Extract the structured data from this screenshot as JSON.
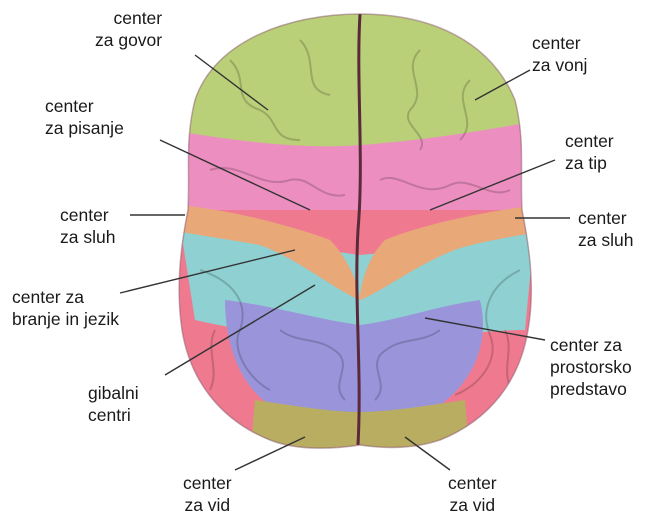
{
  "labels": {
    "govor": {
      "l1": "center",
      "l2": "za govor"
    },
    "vonj": {
      "l1": "center",
      "l2": "za vonj"
    },
    "pisanje": {
      "l1": "center",
      "l2": "za pisanje"
    },
    "tip": {
      "l1": "center",
      "l2": "za tip"
    },
    "sluh_left": {
      "l1": "center",
      "l2": "za sluh"
    },
    "sluh_right": {
      "l1": "center",
      "l2": "za sluh"
    },
    "branje": {
      "l1": "center za",
      "l2": "branje in jezik"
    },
    "prostorsko": {
      "l1": "center za",
      "l2": "prostorsko",
      "l3": "predstavo"
    },
    "gibalni": {
      "l1": "gibalni",
      "l2": "centri"
    },
    "vid_left": {
      "l1": "center",
      "l2": "za vid"
    },
    "vid_right": {
      "l1": "center",
      "l2": "za vid"
    }
  },
  "region_colors": {
    "frontal": "#b9cf78",
    "motor": "#ec8fc0",
    "auditory": "#e9a878",
    "language": "#8fd0d2",
    "parietal": "#9a95db",
    "temporal": "#ef7a90",
    "occipital": "#b9ad62",
    "fissure": "#5a2a3a"
  }
}
